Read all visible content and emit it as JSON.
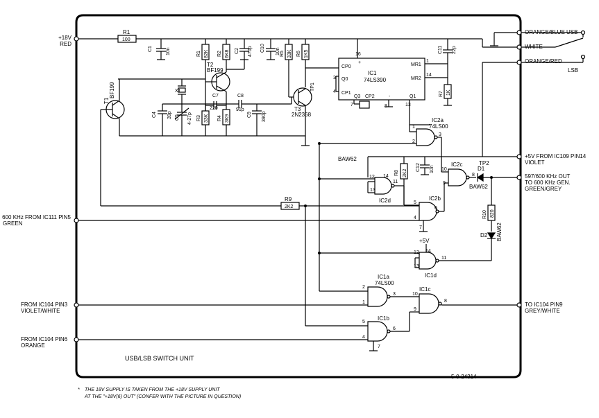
{
  "title": "USB/LSB SWITCH UNIT",
  "drawing_number": "5-0-24314",
  "footnote": {
    "line1": "THE 18V SUPPLY IS TAKEN FROM THE +18V SUPPLY UNIT",
    "line2": "AT THE \"+18V(6) OUT\" (CONFER WITH THE PICTURE IN QUESTION)",
    "marker": "*"
  },
  "terminals": {
    "supply": {
      "line1": "+18V",
      "line2": "RED"
    },
    "in600": {
      "line1": "600 KHz FROM IC111 PIN5",
      "line2": "GREEN"
    },
    "ic104_3": {
      "line1": "FROM IC104 PIN3",
      "line2": "VIOLET/WHITE"
    },
    "ic104_6": {
      "line1": "FROM IC104 PIN6",
      "line2": "ORANGE"
    },
    "usb": "ORANGE/BLUE USB",
    "white": "WHITE",
    "lsb_wire": "ORANGE/RED",
    "lsb": "LSB",
    "plus5": {
      "line1": "+5V FROM IC109 PIN14",
      "line2": "VIOLET"
    },
    "out597": {
      "line1": "597/600 KHz OUT",
      "line2": "TO 600 KHz GEN.",
      "line3": "GREEN/GREY"
    },
    "to_ic104": {
      "line1": "TO IC104 PIN9",
      "line2": "GREY/WHITE"
    }
  },
  "components": {
    "r1": {
      "ref": "R1",
      "val": "100"
    },
    "c1": {
      "ref": "C1",
      "val": "10n"
    },
    "r1b": {
      "ref": "R1",
      "val": "82K"
    },
    "r2": {
      "ref": "R2",
      "val": "6K8"
    },
    "c2": {
      "ref": "C2",
      "val": "470p"
    },
    "t2": {
      "ref": "T2",
      "val": "BF199"
    },
    "t1": {
      "ref": "T1",
      "val": "BF199"
    },
    "x1": {
      "ref": "X1"
    },
    "c4": {
      "ref": "C4",
      "val": "39p"
    },
    "c5": {
      "ref": "C5",
      "val": "4-27p"
    },
    "r3": {
      "ref": "R3",
      "val": "33K"
    },
    "c7": {
      "ref": "C7",
      "val": "220"
    },
    "c8": {
      "ref": "C8",
      "val": "91p"
    },
    "r4": {
      "ref": "R4",
      "val": "3K9"
    },
    "c9": {
      "ref": "C9",
      "val": "390p"
    },
    "c10": {
      "ref": "C10",
      "val": "10n"
    },
    "r5": {
      "ref": "R5",
      "val": "33K"
    },
    "r6": {
      "ref": "R6",
      "val": "1K5"
    },
    "t3": {
      "ref": "T3",
      "val": "2N2368"
    },
    "tp1": "TP1",
    "ic1": {
      "ref": "IC1",
      "val": "74LS390"
    },
    "c11": {
      "ref": "C11",
      "val": "22p"
    },
    "r7": {
      "ref": "R7",
      "val": "1K"
    },
    "ic2a": {
      "ref": "IC2a",
      "val": "74LS00"
    },
    "baw62": "BAW62",
    "r8": {
      "ref": "R8",
      "val": "2K2"
    },
    "c12": {
      "ref": "C12",
      "val": "10n"
    },
    "ic2c": "IC2c",
    "tp2": "TP2",
    "d1": {
      "ref": "D1",
      "val": "BAW62"
    },
    "ic2d": "IC2d",
    "ic2b": "IC2b",
    "r9": {
      "ref": "R9",
      "val": "2K2"
    },
    "r10": {
      "ref": "R10",
      "val": "820"
    },
    "d2": {
      "ref": "D2",
      "val": "BAW62"
    },
    "ic1d": "IC1d",
    "plus5v": "+5V",
    "ic1a": {
      "ref": "IC1a",
      "val": "74LS00"
    },
    "ic1c": "IC1c",
    "ic1b": "IC1b"
  },
  "pins": {
    "ic1_16": "16",
    "ic1_cp0": "CP0",
    "ic1_q0": "Q0",
    "ic1_3": "3",
    "ic1_cp1": "CP1",
    "ic1_4": "4",
    "ic1_q3": "Q3",
    "ic1_cp2": "CP2",
    "ic1_q1": "Q1",
    "ic1_mr1": "MR1",
    "ic1_mr2": "MR2",
    "ic1_1": "1",
    "ic1_14": "14",
    "ic1_7": "7",
    "ic1_15": "15",
    "ic1_8": "8",
    "ic1_13": "13",
    "ic1_plus": "+",
    "ic1_minus": "-",
    "ic2a_1": "1",
    "ic2a_2": "2",
    "ic2a_3": "3",
    "ic2c_10": "10",
    "ic2c_9": "9",
    "ic2c_8": "8",
    "ic2d_12": "12",
    "ic2d_13": "13",
    "ic2d_14": "14",
    "ic2d_11": "11",
    "ic2b_5": "5",
    "ic2b_4": "4",
    "ic2b_6": "6",
    "ic2b_7": "7",
    "ic1d_12": "12",
    "ic1d_13": "13",
    "ic1d_14": "14",
    "ic1d_11": "11",
    "ic1a_2": "2",
    "ic1a_1": "1",
    "ic1a_3": "3",
    "ic1c_10": "10",
    "ic1c_9": "9",
    "ic1c_8": "8",
    "ic1b_5": "5",
    "ic1b_4": "4",
    "ic1b_6": "6",
    "ic1b_7": "7"
  }
}
